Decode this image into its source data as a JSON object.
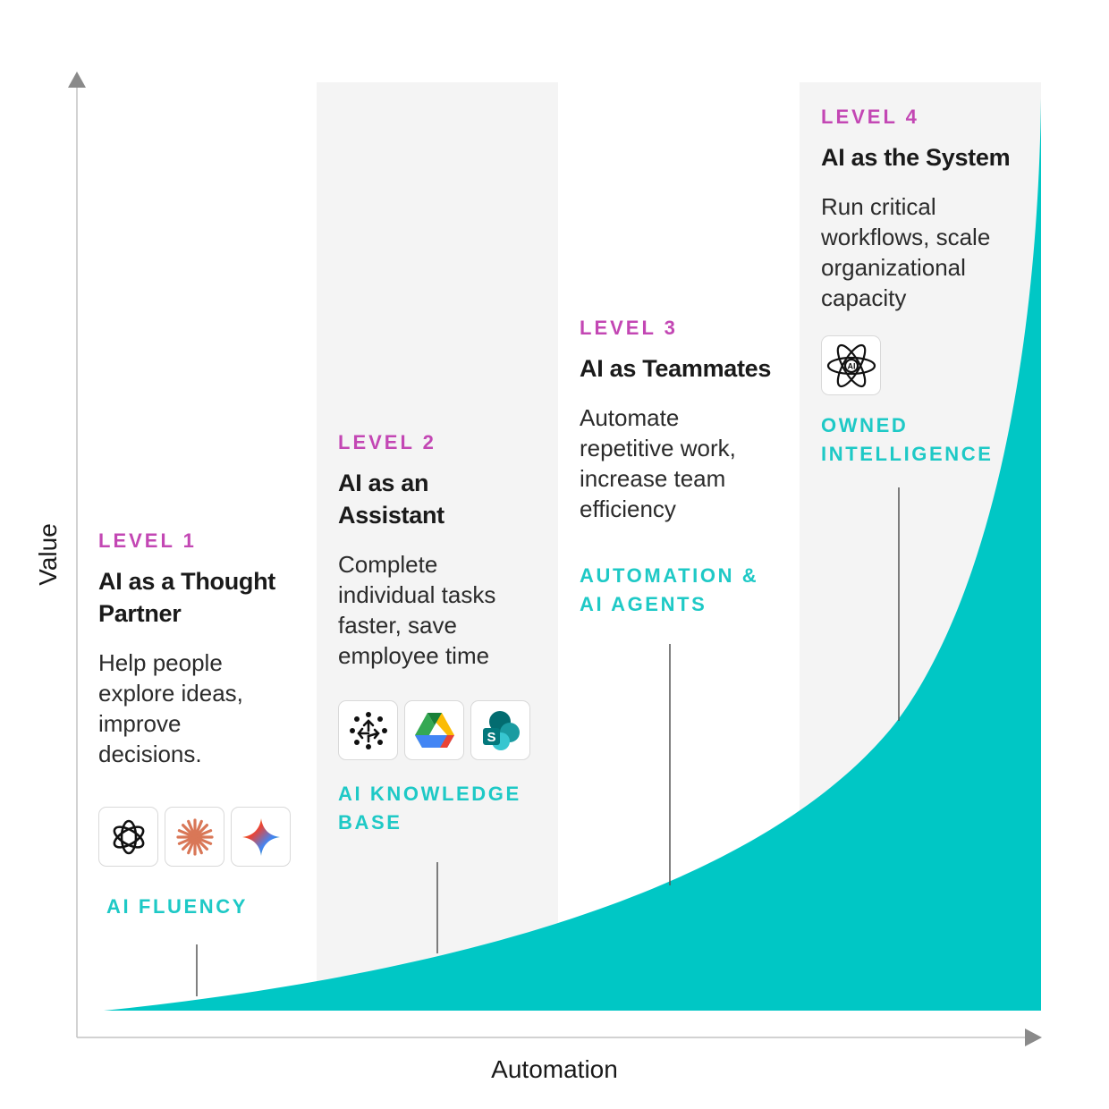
{
  "axes": {
    "x_label": "Automation",
    "y_label": "Value"
  },
  "colors": {
    "accent_level": "#c347b4",
    "accent_category": "#1ec9c6",
    "curve_fill": "#00c7c5",
    "band": "#f4f4f4"
  },
  "levels": [
    {
      "level": "LEVEL 1",
      "title": "AI as a Thought Partner",
      "description": "Help people explore ideas, improve decisions.",
      "icons": [
        "openai-icon",
        "claude-icon",
        "gemini-icon"
      ],
      "category": "AI FLUENCY"
    },
    {
      "level": "LEVEL 2",
      "title": "AI as an Assistant",
      "description": "Complete individual tasks faster, save employee time",
      "icons": [
        "glean-icon",
        "google-drive-icon",
        "sharepoint-icon"
      ],
      "category": "AI KNOWLEDGE BASE"
    },
    {
      "level": "LEVEL 3",
      "title": "AI as Teammates",
      "description": "Automate repetitive work, increase team efficiency",
      "icons": [],
      "category": "AUTOMATION & AI AGENTS"
    },
    {
      "level": "LEVEL 4",
      "title": "AI as the System",
      "description": "Run critical workflows, scale organizational capacity",
      "icons": [
        "ai-atom-icon"
      ],
      "category": "OWNED INTELLIGENCE"
    }
  ]
}
